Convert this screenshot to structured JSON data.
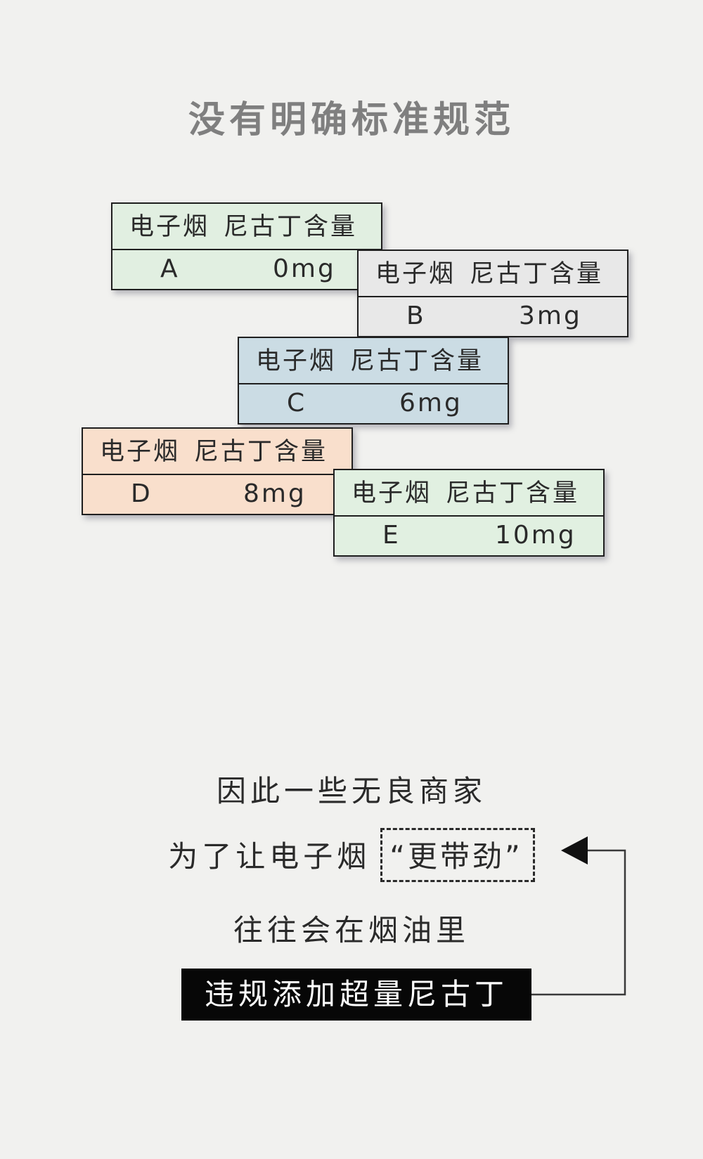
{
  "title": "没有明确标准规范",
  "cards": [
    {
      "header_a": "电子烟",
      "header_b": "尼古丁含量",
      "id": "A",
      "value": "0mg",
      "color": "#e1efe1"
    },
    {
      "header_a": "电子烟",
      "header_b": "尼古丁含量",
      "id": "B",
      "value": "3mg",
      "color": "#e8e8e8"
    },
    {
      "header_a": "电子烟",
      "header_b": "尼古丁含量",
      "id": "C",
      "value": "6mg",
      "color": "#cbdce4"
    },
    {
      "header_a": "电子烟",
      "header_b": "尼古丁含量",
      "id": "D",
      "value": "8mg",
      "color": "#f9dfcc"
    },
    {
      "header_a": "电子烟",
      "header_b": "尼古丁含量",
      "id": "E",
      "value": "10mg",
      "color": "#e1f0e1"
    }
  ],
  "text": {
    "line1": "因此一些无良商家",
    "line2_prefix": "为了让电子烟",
    "line2_boxed": "“更带劲”",
    "line3": "往往会在烟油里",
    "line4": "违规添加超量尼古丁"
  }
}
